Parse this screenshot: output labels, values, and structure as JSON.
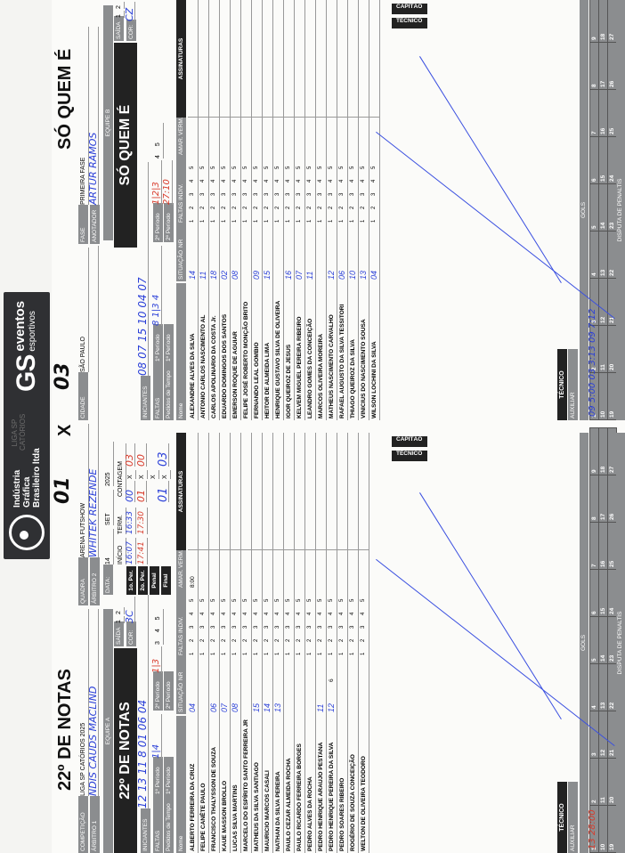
{
  "header": {
    "brand_line1": "Indústria",
    "brand_line2": "Gráfica",
    "brand_line3": "Brasileiro ltda",
    "gs": "GS",
    "eventos": "eventos",
    "esportivos": "esportivos",
    "cup_text": "LIGA SP CATÓRIOS"
  },
  "match": {
    "title_left": "22º DE NOTAS",
    "score_left": "01",
    "x": "X",
    "score_right": "03",
    "title_right": "SÓ QUEM É"
  },
  "info": {
    "competicao_lbl": "COMPETIÇÃO",
    "competicao": "LIGA SP CATÓRIOS 2025",
    "quadra_lbl": "QUADRA",
    "quadra": "ARENA FUTSHOW",
    "cidade_lbl": "CIDADE",
    "cidade": "SÃO PAULO",
    "fase_lbl": "FASE",
    "fase": "PRIMEIRA FASE",
    "arbitro1_lbl": "ÁRBITRO 1",
    "arbitro1": "NDIS CAUDS MACLIND",
    "arbitro2_lbl": "ÁRBITRO 2",
    "arbitro2": "WHITEK REZENDE",
    "anotador_lbl": "ANOTADOR",
    "anotador": "ARTUR RAMOS",
    "data_lbl": "DATA:",
    "data_day": "14",
    "data_month": "SET",
    "data_year": "2025",
    "equipe_a_lbl": "EQUIPE A",
    "equipe_b_lbl": "EQUIPE B"
  },
  "timing": {
    "inicio": "INÍCIO",
    "term": "TERM.",
    "contagem": "CONTAGEM",
    "p1": "1o. Per.",
    "p2": "2o. Per.",
    "penal": "Penal",
    "final": "Final",
    "p1_ini": "16:07",
    "p1_term": "16:33",
    "p1_a": "00",
    "p1_b": "03",
    "p2_ini": "17:41",
    "p2_term": "17:30",
    "p2_a": "01",
    "p2_b": "00",
    "final_a": "01",
    "final_b": "03"
  },
  "teamA": {
    "name": "22º DE NOTAS",
    "saida_lbl": "SAÍDA",
    "saida_1": "1",
    "saida_2": "2",
    "cor_lbl": "COR:",
    "cor": "3C",
    "iniciantes_lbl": "INICIANTES",
    "iniciantes": "12 13 11 8 01 06 04",
    "faltas_lbl": "FALTAS COLETIVAS",
    "per1_lbl": "1º Período",
    "per2_lbl": "2º Período",
    "per1_hand": "1|4",
    "per2_hand": "1|3",
    "faltas_nums": "3 4 5",
    "pedidos_lbl": "Pedidos de Tempo",
    "pedido_1": "1º Período",
    "pedido_2": "2º Período",
    "cols": {
      "nome": "Nome",
      "situacao": "SITUAÇÃO",
      "nr": "NR",
      "faltas": "FALTAS INDIV.",
      "amar": "AMAR.",
      "verm": "VERM.",
      "assinaturas": "ASSINATURAS"
    },
    "players": [
      {
        "nome": "ALBERTO FERREIRA DA CRUZ",
        "sit": "04",
        "nr": "",
        "faltas": "1 2 3 4 5",
        "amar": "8:00"
      },
      {
        "nome": "FELIPE CANÊTE PAULO",
        "sit": "",
        "nr": "",
        "faltas": "1 2 3 4 5",
        "amar": ""
      },
      {
        "nome": "FRANCISCO THALYSSON DE SOUZA",
        "sit": "06",
        "nr": "",
        "faltas": "1 2 3 4 5",
        "amar": ""
      },
      {
        "nome": "KAUE MASSON BROLLO",
        "sit": "07",
        "nr": "",
        "faltas": "1 2 3 4 5",
        "amar": ""
      },
      {
        "nome": "LUCAS SILVA MARTINS",
        "sit": "08",
        "nr": "",
        "faltas": "1 2 3 4 5",
        "amar": ""
      },
      {
        "nome": "MARCELO DO ESPÍRITO SANTO FERREIRA JR",
        "sit": "",
        "nr": "",
        "faltas": "1 2 3 4 5",
        "amar": ""
      },
      {
        "nome": "MATHEUS DA SILVA SANTIAGO",
        "sit": "15",
        "nr": "",
        "faltas": "1 2 3 4 5",
        "amar": ""
      },
      {
        "nome": "MAURICIO MARCOS CASALI",
        "sit": "14",
        "nr": "",
        "faltas": "1 2 3 4 5",
        "amar": ""
      },
      {
        "nome": "NATHAN DA SILVA PEREIRA",
        "sit": "13",
        "nr": "",
        "faltas": "1 2 3 4 5",
        "amar": ""
      },
      {
        "nome": "PAULO CEZAR ALMEIDA ROCHA",
        "sit": "",
        "nr": "",
        "faltas": "1 2 3 4 5",
        "amar": ""
      },
      {
        "nome": "PAULO RICARDO FERREIRA BORGES",
        "sit": "",
        "nr": "",
        "faltas": "1 2 3 4 5",
        "amar": ""
      },
      {
        "nome": "PEDRO ALVES DA ROCHA",
        "sit": "",
        "nr": "",
        "faltas": "1 2 3 4 5",
        "amar": ""
      },
      {
        "nome": "PEDRO HENRIQUE ARAUJO PESTANA",
        "sit": "11",
        "nr": "",
        "faltas": "1 2 3 4 5",
        "amar": ""
      },
      {
        "nome": "PEDRO HENRIQUE PEREIRA DA SILVA",
        "sit": "12",
        "nr": "6",
        "faltas": "1 2 3 4 5",
        "amar": ""
      },
      {
        "nome": "PEDRO SOARES RIBEIRO",
        "sit": "",
        "nr": "",
        "faltas": "1 2 3 4 5",
        "amar": ""
      },
      {
        "nome": "ROGÉRIO DE SOUZA CONCEIÇÃO",
        "sit": "",
        "nr": "",
        "faltas": "1 2 3 4 5",
        "amar": ""
      },
      {
        "nome": "WELTON DE OLIVEIRA TEODORO",
        "sit": "",
        "nr": "",
        "faltas": "1 2 3 4 5",
        "amar": ""
      }
    ],
    "tecnico_lbl": "TÉCNICO",
    "auxiliar_lbl": "AUXILIAR",
    "capitao_lbl": "CAPITÃO",
    "gols_lbl": "GOLS",
    "gols_hand": "13 28:00",
    "penalti_lbl": "DISPUTA DE PENALTIS"
  },
  "teamB": {
    "name": "SÓ QUEM É",
    "saida_lbl": "SAÍDA",
    "saida_1": "1",
    "saida_2": "2",
    "cor_lbl": "COR:",
    "cor": "CZ",
    "iniciantes_lbl": "INICIANTES",
    "iniciantes": "08 07 15 10 04 07",
    "faltas_lbl": "FALTAS COLETIVAS",
    "per1_lbl": "1º Período",
    "per2_lbl": "2º Período",
    "per1_hand": "8 1|3 4",
    "per2_hand": "1|2|3",
    "faltas_nums": "4 5",
    "pedidos_lbl": "Pedidos de Tempo",
    "pedido_1": "1º Período",
    "pedido_2": "2º Período",
    "pedido_hand": "27:10",
    "cols": {
      "nome": "Nome",
      "situacao": "SITUAÇÃO",
      "nr": "NR",
      "faltas": "FALTAS INDIV.",
      "amar": "AMAR.",
      "verm": "VERM.",
      "assinaturas": "ASSINATURAS"
    },
    "players": [
      {
        "nome": "ALEXANDRE ALVES DA SILVA",
        "sit": "14",
        "nr": "",
        "faltas": "1 2 3 4 5",
        "amar": ""
      },
      {
        "nome": "ANTONIO CARLOS NASCIMENTO AL",
        "sit": "11",
        "nr": "",
        "faltas": "1 2 3 4 5",
        "amar": ""
      },
      {
        "nome": "CARLOS APOLINARIO DA COSTA Jr.",
        "sit": "18",
        "nr": "",
        "faltas": "1 2 3 4 5",
        "amar": ""
      },
      {
        "nome": "EDUARDO DOMINGOS DOS SANTOS",
        "sit": "02",
        "nr": "",
        "faltas": "1 2 3 4 5",
        "amar": ""
      },
      {
        "nome": "EMERSON ROQUE DE AGUIAR",
        "sit": "08",
        "nr": "",
        "faltas": "1 2 3 4 5",
        "amar": ""
      },
      {
        "nome": "FELIPE JOSÉ ROBERTO MONÇÃO BRITO",
        "sit": "",
        "nr": "",
        "faltas": "1 2 3 4 5",
        "amar": ""
      },
      {
        "nome": "FERNANDO LEAL GOMBIO",
        "sit": "09",
        "nr": "",
        "faltas": "1 2 3 4 5",
        "amar": ""
      },
      {
        "nome": "HEITOR DE ALMEIDA LIMA",
        "sit": "15",
        "nr": "",
        "faltas": "1 2 3 4 5",
        "amar": ""
      },
      {
        "nome": "HENRIQUE GUSTAVO SILVA DE OLIVEIRA",
        "sit": "",
        "nr": "",
        "faltas": "1 2 3 4 5",
        "amar": ""
      },
      {
        "nome": "IGOR QUEIROZ DE JESUS",
        "sit": "16",
        "nr": "",
        "faltas": "1 2 3 4 5",
        "amar": ""
      },
      {
        "nome": "KELVEM MIGUEL PEREIRA RIBEIRO",
        "sit": "07",
        "nr": "",
        "faltas": "1 2 3 4 5",
        "amar": ""
      },
      {
        "nome": "LEANDRO GOMES DA CONCEIÇÃO",
        "sit": "11",
        "nr": "",
        "faltas": "1 2 3 4 5",
        "amar": ""
      },
      {
        "nome": "MARCOS OLIVEIRA MOREIRA",
        "sit": "",
        "nr": "",
        "faltas": "1 2 3 4 5",
        "amar": ""
      },
      {
        "nome": "MATHEUS NASCIMENTO CARVALHO",
        "sit": "12",
        "nr": "",
        "faltas": "1 2 3 4 5",
        "amar": ""
      },
      {
        "nome": "RAFAEL AUGUSTO DA SILVA TESSITORI",
        "sit": "06",
        "nr": "",
        "faltas": "1 2 3 4 5",
        "amar": ""
      },
      {
        "nome": "THIAGO QUEIROZ DA SILVA",
        "sit": "10",
        "nr": "",
        "faltas": "1 2 3 4 5",
        "amar": ""
      },
      {
        "nome": "VINICIUS DO NASCIMENTO SOUSA",
        "sit": "13",
        "nr": "",
        "faltas": "1 2 3 4 5",
        "amar": ""
      },
      {
        "nome": "WILSON LOCHINI DA SILVA",
        "sit": "04",
        "nr": "",
        "faltas": "1 2 3 4 5",
        "amar": ""
      }
    ],
    "tecnico_lbl": "TÉCNICO",
    "auxiliar_lbl": "AUXILIAR",
    "capitao_lbl": "CAPITÃO",
    "gols_lbl": "GOLS",
    "gols_hand": "09 5:00 03 3:13 09 7:12",
    "penalti_lbl": "DISPUTA DE PENALTIS"
  },
  "gol_numbers": [
    "1",
    "2",
    "3",
    "4",
    "5",
    "6",
    "7",
    "8",
    "9",
    "10",
    "11",
    "12",
    "13",
    "14",
    "15",
    "16",
    "17",
    "18",
    "19",
    "20",
    "21",
    "22",
    "23",
    "24",
    "25",
    "26",
    "27"
  ],
  "penalti_numbers": [
    "1",
    "2",
    "3",
    "4",
    "5",
    "6",
    "7",
    "8",
    "9"
  ],
  "colors": {
    "dark": "#222222",
    "gray": "#8b8d8f",
    "ink": "#2a3fd8",
    "red": "#d83a2a"
  }
}
